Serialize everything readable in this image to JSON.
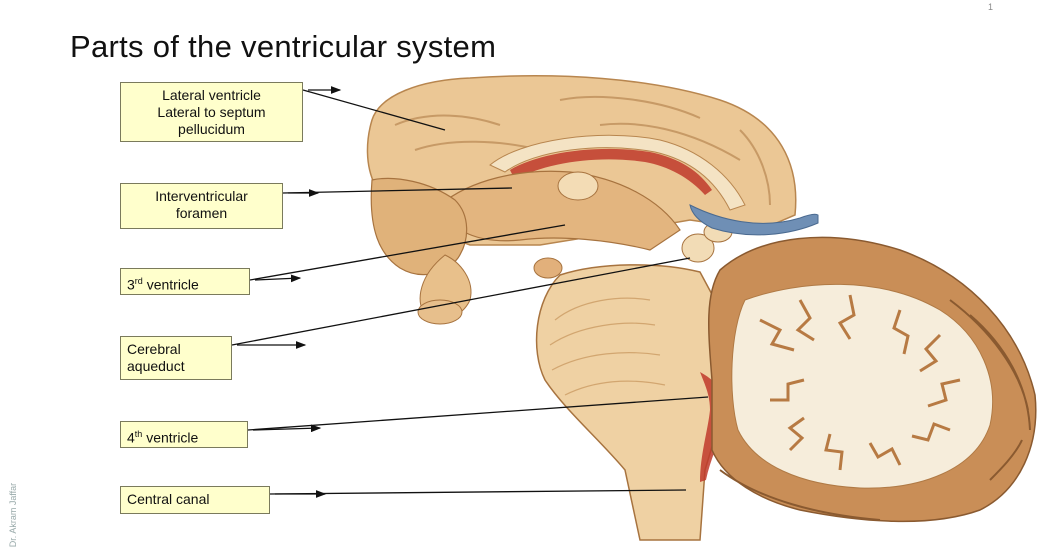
{
  "slide": {
    "title": "Parts of the ventricular system",
    "page_mark": "1",
    "author_watermark": "Dr. Akram Jaffar"
  },
  "labels": [
    {
      "id": "lateral-ventricle",
      "lines": [
        "Lateral ventricle",
        "Lateral to septum",
        "pellucidum"
      ]
    },
    {
      "id": "interventricular-foramen",
      "lines": [
        "Interventricular",
        "foramen"
      ]
    },
    {
      "id": "third-ventricle",
      "prefix": "3",
      "sup": "rd",
      "text": " ventricle"
    },
    {
      "id": "cerebral-aqueduct",
      "lines": [
        "Cerebral",
        "aqueduct"
      ]
    },
    {
      "id": "fourth-ventricle",
      "prefix": "4",
      "sup": "th",
      "text": " ventricle"
    },
    {
      "id": "central-canal",
      "text": "Central canal"
    }
  ],
  "colors": {
    "label_fill": "#ffffcc",
    "cerebrum": "#e9c89a",
    "cerebellum_white": "#f6eddb",
    "cerebellum_folia": "#c98e57",
    "ventricle_red": "#c0392b",
    "vein_blue": "#6f8fb5"
  }
}
